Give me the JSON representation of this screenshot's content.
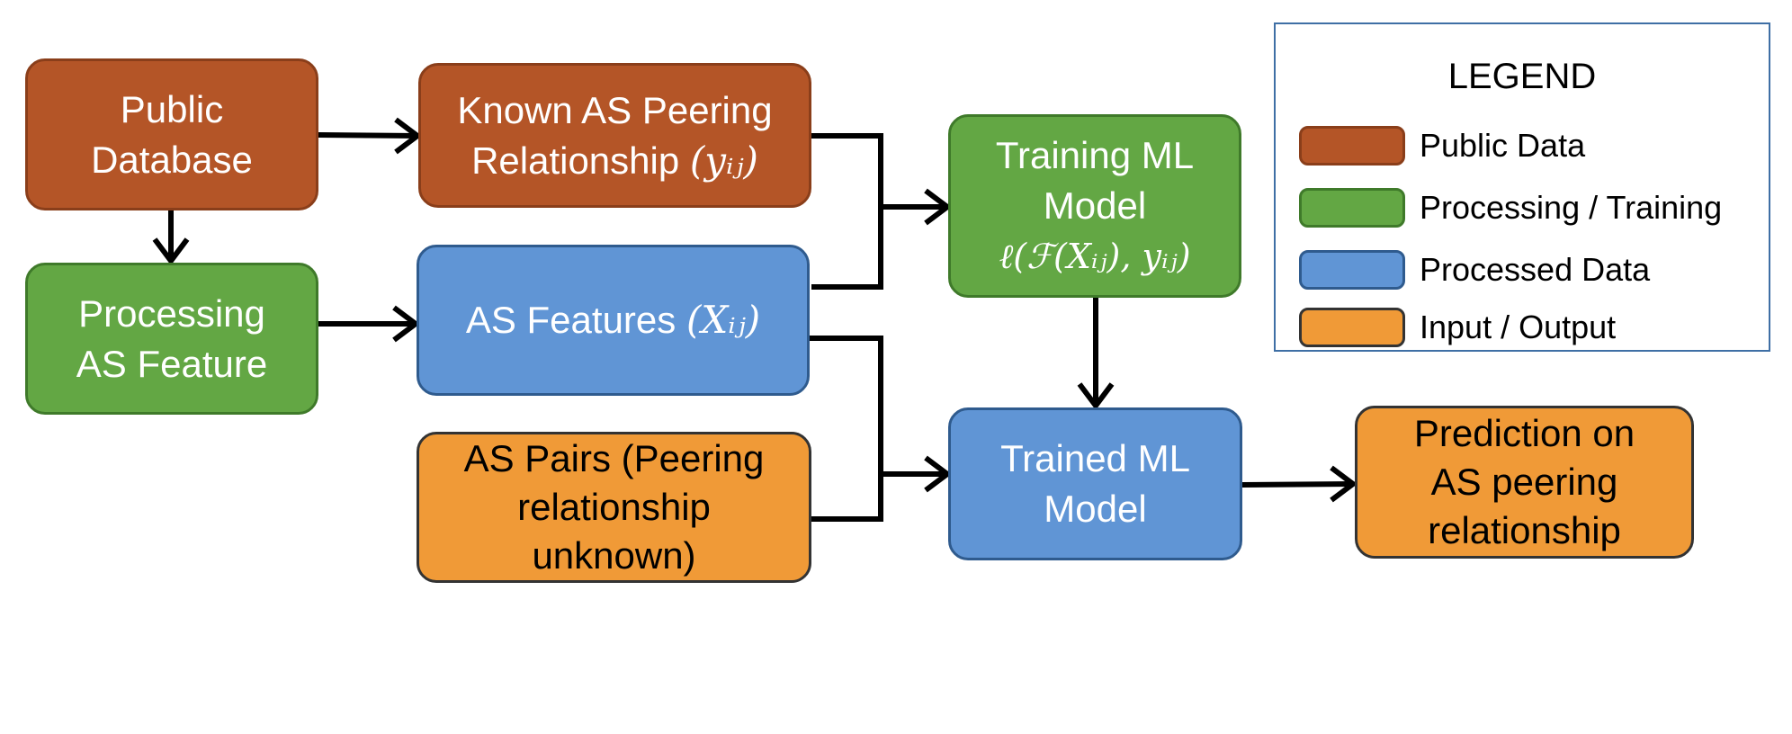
{
  "nodes": {
    "public_database": [
      "Public",
      "Database"
    ],
    "processing_feature": [
      "Processing",
      "AS Feature"
    ],
    "known_relationship": [
      "Known AS Peering",
      "Relationship"
    ],
    "known_relationship_math": "(yᵢⱼ)",
    "as_features": "AS Features",
    "as_features_math": "(Xᵢⱼ)",
    "as_pairs": [
      "AS Pairs (Peering",
      "relationship",
      "unknown)"
    ],
    "training_model": [
      "Training ML",
      "Model"
    ],
    "training_model_math": "ℓ(ℱ(Xᵢⱼ), yᵢⱼ)",
    "trained_model": [
      "Trained ML",
      "Model"
    ],
    "prediction": [
      "Prediction on",
      "AS peering",
      "relationship"
    ]
  },
  "legend": {
    "title": "LEGEND",
    "items": [
      {
        "label": "Public Data",
        "color": "#b45527",
        "border": "#8a3e1a"
      },
      {
        "label": "Processing / Training",
        "color": "#63a744",
        "border": "#3f7a2a"
      },
      {
        "label": "Processed Data",
        "color": "#6095d5",
        "border": "#2f5b8e"
      },
      {
        "label": "Input / Output",
        "color": "#f09a37",
        "border": "#333333"
      }
    ]
  }
}
